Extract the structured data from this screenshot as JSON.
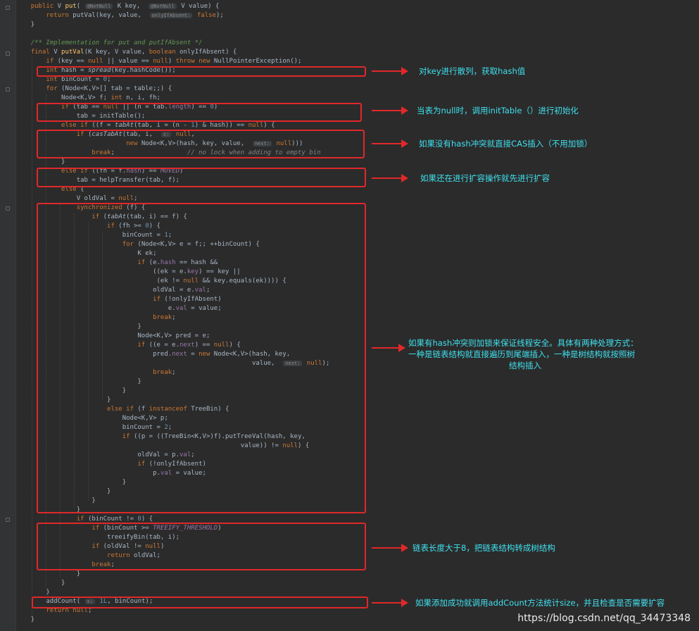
{
  "code_lines": [
    "    <span class=\"kw\">public</span> V <span class=\"fn\">put</span>( <span class=\"hint\">@NotNull</span> K key,  <span class=\"hint\">@NotNull</span> V value) {",
    "        <span class=\"kw\">return</span> putVal(key, value,  <span class=\"hint\">onlyIfAbsent:</span> <span class=\"kw\">false</span>);",
    "    }",
    "",
    "    <span class=\"cm\">/** Implementation for put and putIfAbsent */</span>",
    "    <span class=\"kw\">final</span> V <span class=\"fn\">putVal</span>(K key, V value, <span class=\"kw\">boolean</span> onlyIfAbsent) {",
    "        <span class=\"kw\">if</span> (key == <span class=\"kw\">null</span> || value == <span class=\"kw\">null</span>) <span class=\"kw\">throw new</span> NullPointerException();",
    "        <span class=\"kw\">int</span> hash = <span class=\"it\">spread</span>(key.hashCode());",
    "        <span class=\"kw\">int</span> binCount = <span class=\"num\">0</span>;",
    "        <span class=\"kw\">for</span> (Node&lt;K,V&gt;[] tab = table;;) {",
    "            Node&lt;K,V&gt; f; <span class=\"kw\">int</span> n, i, fh;",
    "            <span class=\"kw\">if</span> (tab == <span class=\"kw\">null</span> || (n = tab.<span class=\"fld\">length</span>) == <span class=\"num\">0</span>)",
    "                tab = initTable();",
    "            <span class=\"kw\">else if</span> ((f = <span class=\"it\">tabAt</span>(tab, i = (n - <span class=\"num\">1</span>) &amp; hash)) == <span class=\"kw\">null</span>) {",
    "                <span class=\"kw\">if</span> (<span class=\"it\">casTabAt</span>(tab, i,  <span class=\"hint\">c:</span> <span class=\"kw\">null</span>,",
    "                             <span class=\"kw\">new</span> Node&lt;K,V&gt;(hash, key, value,  <span class=\"hint\">next:</span> <span class=\"kw\">null</span>)))",
    "                    <span class=\"kw\">break</span>;                   <span class=\"gc\">// no lock when adding to empty bin</span>",
    "            }",
    "            <span class=\"kw\">else if</span> ((fh = f.<span class=\"fld\">hash</span>) == <span class=\"cst\">MOVED</span>)",
    "                tab = helpTransfer(tab, f);",
    "            <span class=\"kw\">else</span> {",
    "                V oldVal = <span class=\"kw\">null</span>;",
    "                <span class=\"kw\">synchronized</span> (f) {",
    "                    <span class=\"kw\">if</span> (<span class=\"it\">tabAt</span>(tab, i) == f) {",
    "                        <span class=\"kw\">if</span> (fh &gt;= <span class=\"num\">0</span>) {",
    "                            binCount = <span class=\"num\">1</span>;",
    "                            <span class=\"kw\">for</span> (Node&lt;K,V&gt; e = f;; ++binCount) {",
    "                                K ek;",
    "                                <span class=\"kw\">if</span> (e.<span class=\"fld\">hash</span> == hash &amp;&amp;",
    "                                    ((ek = e.<span class=\"fld\">key</span>) == key ||",
    "                                     (ek != <span class=\"kw\">null</span> &amp;&amp; key.equals(ek)))) {",
    "                                    oldVal = e.<span class=\"fld\">val</span>;",
    "                                    <span class=\"kw\">if</span> (!onlyIfAbsent)",
    "                                        e.<span class=\"fld\">val</span> = value;",
    "                                    <span class=\"kw\">break</span>;",
    "                                }",
    "                                Node&lt;K,V&gt; pred = e;",
    "                                <span class=\"kw\">if</span> ((e = e.<span class=\"fld\">next</span>) == <span class=\"kw\">null</span>) {",
    "                                    pred.<span class=\"fld\">next</span> = <span class=\"kw\">new</span> Node&lt;K,V&gt;(hash, key,",
    "                                                              value,  <span class=\"hint\">next:</span> <span class=\"kw\">null</span>);",
    "                                    <span class=\"kw\">break</span>;",
    "                                }",
    "                            }",
    "                        }",
    "                        <span class=\"kw\">else if</span> (f <span class=\"kw\">instanceof</span> TreeBin) {",
    "                            Node&lt;K,V&gt; p;",
    "                            binCount = <span class=\"num\">2</span>;",
    "                            <span class=\"kw\">if</span> ((p = ((TreeBin&lt;K,V&gt;)f).putTreeVal(hash, key,",
    "                                                           value)) != <span class=\"kw\">null</span>) {",
    "                                oldVal = p.<span class=\"fld\">val</span>;",
    "                                <span class=\"kw\">if</span> (!onlyIfAbsent)",
    "                                    p.<span class=\"fld\">val</span> = value;",
    "                            }",
    "                        }",
    "                    }",
    "                }",
    "                <span class=\"kw\">if</span> (binCount != <span class=\"num\">0</span>) {",
    "                    <span class=\"kw\">if</span> (binCount &gt;= <span class=\"cst\">TREEIFY_THRESHOLD</span>)",
    "                        treeifyBin(tab, i);",
    "                    <span class=\"kw\">if</span> (oldVal != <span class=\"kw\">null</span>)",
    "                        <span class=\"kw\">return</span> oldVal;",
    "                    <span class=\"kw\">break</span>;",
    "                }",
    "            }",
    "        }",
    "        addCount( <span class=\"hint\">x:</span> <span class=\"num\">1L</span>, binCount);",
    "        <span class=\"kw\">return null</span>;",
    "    }"
  ],
  "annotations": {
    "spread": "对key进行散列，获取hash值",
    "init_table": "当表为null时，调用initTable（）进行初始化",
    "cas_insert": "如果没有hash冲突就直接CAS插入（不用加锁）",
    "help_transfer": "如果还在进行扩容操作就先进行扩容",
    "sync_line1": "如果有hash冲突则加锁来保证线程安全。具体有两种处理方式：",
    "sync_line2": "一种是链表结构就直接遍历到尾端插入，一种是树结构就按照树",
    "sync_line3": "结构插入",
    "treeify": "链表长度大于8，把链表结构转成树结构",
    "add_count": "如果添加成功就调用addCount方法统计size，并且检查是否需要扩容"
  },
  "watermark": "https://blog.csdn.net/qq_34473348",
  "colors": {
    "annotation_red": "#e0282a",
    "annotation_text": "#3fe0ee",
    "editor_bg": "#2b2b2b"
  }
}
